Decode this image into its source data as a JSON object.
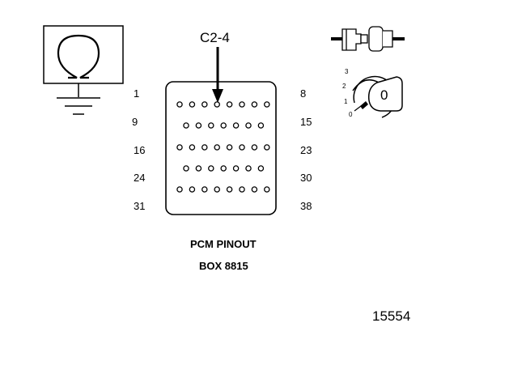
{
  "callout": {
    "label": "C2-4"
  },
  "connector": {
    "rows": [
      {
        "left": "1",
        "right": "8"
      },
      {
        "left": "9",
        "right": "15"
      },
      {
        "left": "16",
        "right": "23"
      },
      {
        "left": "24",
        "right": "30"
      },
      {
        "left": "31",
        "right": "38"
      }
    ],
    "pins_per_row": [
      8,
      7,
      8,
      7,
      8
    ]
  },
  "caption": {
    "line1": "PCM PINOUT",
    "line2": "BOX 8815"
  },
  "figure_id": "15554",
  "ignition_key": {
    "positions": [
      "3",
      "2",
      "1",
      "0"
    ],
    "selected": "0"
  },
  "icons": {
    "ground_meter": "ohmmeter-ground-icon",
    "disconnect": "connector-disconnect-icon",
    "ignition": "ignition-key-off-icon"
  }
}
